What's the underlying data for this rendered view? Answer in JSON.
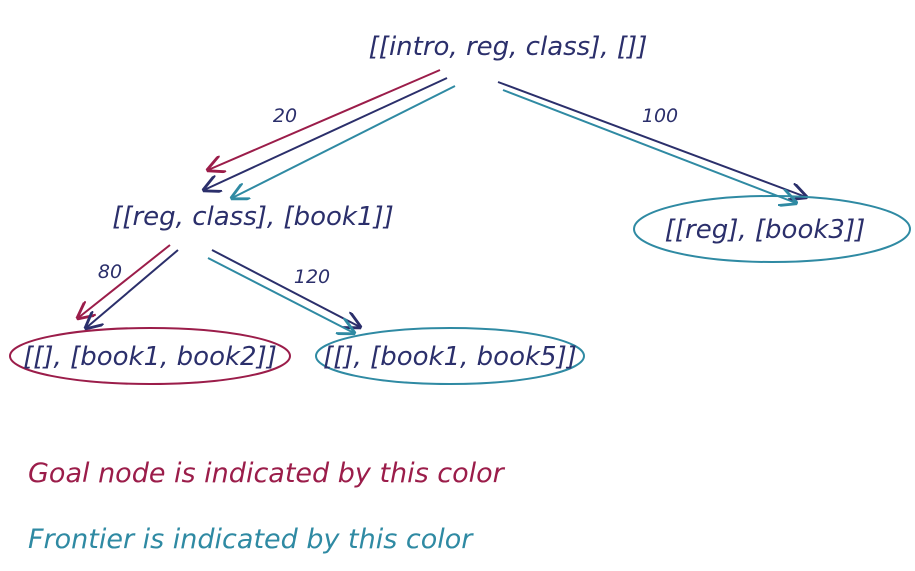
{
  "colors": {
    "ink": "#2b2f6b",
    "goal": "#9b1d4a",
    "frontier": "#2f8aa3"
  },
  "nodes": {
    "root": "[[intro, reg, class], []]",
    "mid": "[[reg, class], [book1]]",
    "right": "[[reg], [book3]]",
    "goal": "[[], [book1, book2]]",
    "frontier": "[[], [book1, book5]]"
  },
  "edges": {
    "root_to_mid": "20",
    "root_to_right": "100",
    "mid_to_goal": "80",
    "mid_to_frontier": "120"
  },
  "legend": {
    "goal": "Goal node is indicated by this color",
    "frontier": "Frontier is indicated by this color"
  }
}
